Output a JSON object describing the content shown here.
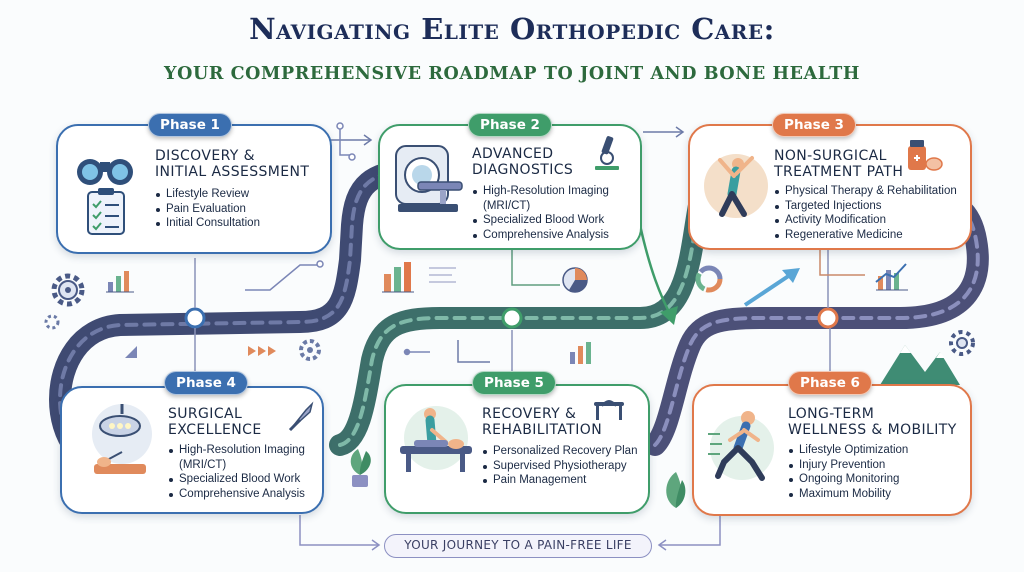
{
  "title": "Navigating Elite Orthopedic Care:",
  "subtitle": "YOUR COMPREHENSIVE ROADMAP TO JOINT AND BONE HEALTH",
  "colors": {
    "title": "#1d2d59",
    "subtitle": "#2d6a3d",
    "phase1": "#3b6fb0",
    "phase2": "#3f9d6a",
    "phase3": "#e0784a",
    "road": "#4a5078"
  },
  "phases": [
    {
      "badge": "Phase 1",
      "title_lines": [
        "DISCOVERY &",
        "INITIAL ASSESSMENT"
      ],
      "bullets": [
        "Lifestyle Review",
        "Pain Evaluation",
        "Initial Consultation"
      ],
      "icon": "binoculars-clipboard-icon"
    },
    {
      "badge": "Phase 2",
      "title_lines": [
        "ADVANCED",
        "DIAGNOSTICS"
      ],
      "bullets": [
        "High-Resolution Imaging",
        "(MRI/CT)",
        "Specialized Blood Work",
        "Comprehensive Analysis"
      ],
      "icon": "mri-scanner-icon"
    },
    {
      "badge": "Phase 3",
      "title_lines": [
        "NON-SURGICAL",
        "TREATMENT PATH"
      ],
      "bullets": [
        "Physical Therapy & Rehabilitation",
        "Targeted Injections",
        "Activity Modification",
        "Regenerative Medicine"
      ],
      "icon": "stretching-person-icon"
    },
    {
      "badge": "Phase 4",
      "title_lines": [
        "SURGICAL",
        "EXCELLENCE"
      ],
      "bullets": [
        "High-Resolution Imaging",
        "(MRI/CT)",
        "Specialized Blood Work",
        "Comprehensive Analysis"
      ],
      "icon": "surgical-light-icon"
    },
    {
      "badge": "Phase 5",
      "title_lines": [
        "RECOVERY &",
        "REHABILITATION"
      ],
      "bullets": [
        "Personalized Recovery Plan",
        "Supervised Physiotherapy",
        "Pain Management"
      ],
      "icon": "physiotherapy-table-icon"
    },
    {
      "badge": "Phase 6",
      "title_lines": [
        "LONG-TERM",
        "WELLNESS & MOBILITY"
      ],
      "bullets": [
        "Lifestyle Optimization",
        "Injury Prevention",
        "Ongoing Monitoring",
        "Maximum Mobility"
      ],
      "icon": "running-person-icon"
    }
  ],
  "footer": "YOUR JOURNEY TO A PAIN-FREE LIFE"
}
